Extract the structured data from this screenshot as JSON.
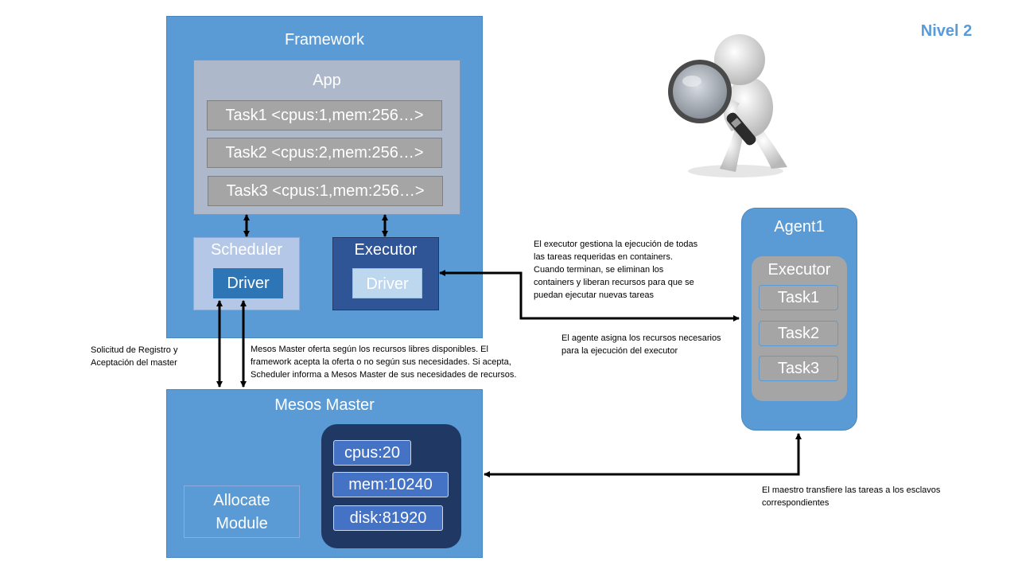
{
  "level_label": "Nivel 2",
  "framework": {
    "title": "Framework",
    "app": {
      "title": "App",
      "tasks": [
        "Task1 <cpus:1,mem:256…>",
        "Task2 <cpus:2,mem:256…>",
        "Task3 <cpus:1,mem:256…>"
      ]
    },
    "scheduler": {
      "title": "Scheduler",
      "driver": "Driver"
    },
    "executor": {
      "title": "Executor",
      "driver": "Driver"
    }
  },
  "mesos_master": {
    "title": "Mesos Master",
    "allocate_line1": "Allocate",
    "allocate_line2": "Module",
    "resources": [
      "cpus:20",
      "mem:10240",
      "disk:81920"
    ]
  },
  "agent": {
    "title": "Agent1",
    "executor_title": "Executor",
    "tasks": [
      "Task1",
      "Task2",
      "Task3"
    ]
  },
  "notes": {
    "registro": [
      "Solicitud de Registro y",
      "Aceptación del master"
    ],
    "oferta": [
      "Mesos Master oferta según los recursos libres disponibles. El",
      "framework acepta la oferta o no según sus necesidades. Si acepta,",
      "Scheduler informa a Mesos Master de sus necesidades de recursos."
    ],
    "executor": [
      "El executor gestiona la ejecución de todas",
      "las tareas requeridas en containers.",
      "Cuando terminan, se eliminan los",
      "containers y liberan recursos para que se",
      "puedan ejecutar nuevas tareas"
    ],
    "agente": [
      "El agente asigna los recursos necesarios",
      "para la ejecución del executor"
    ],
    "maestro": [
      "El maestro transfiere las tareas a los esclavos",
      "correspondientes"
    ]
  },
  "colors": {
    "framework_blue": "#5b9bd5",
    "app_gray": "#adb9ca",
    "task_gray": "#a5a5a5",
    "executor_dark": "#2f5597",
    "resource_box": "#203864",
    "resource_item": "#4472c4"
  },
  "icons": [
    "magnifying-figure-icon"
  ]
}
